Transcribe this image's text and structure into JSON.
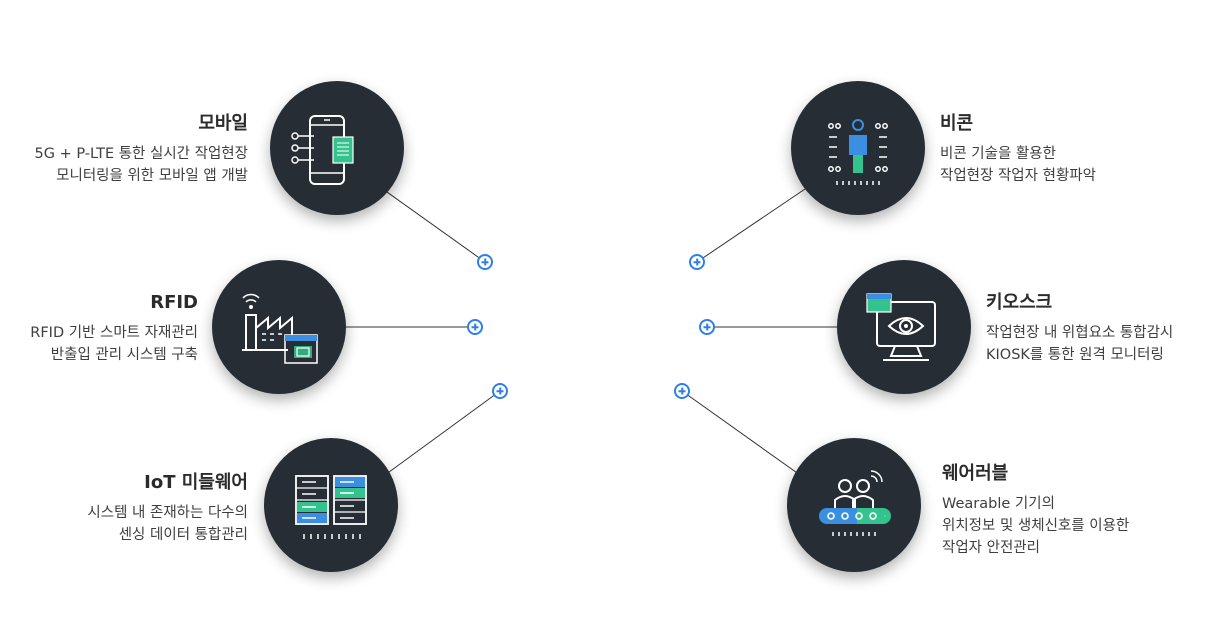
{
  "items": [
    {
      "id": "mobile",
      "title": "모바일",
      "desc": [
        "5G + P-LTE 통한 실시간 작업현장",
        "모니터링을 위한 모바일 앱 개발"
      ],
      "icon": "mobile-app-icon"
    },
    {
      "id": "rfid",
      "title": "RFID",
      "desc": [
        "RFID 기반 스마트 자재관리",
        "반출입 관리 시스템 구축"
      ],
      "icon": "factory-rfid-icon"
    },
    {
      "id": "iot",
      "title": "IoT 미들웨어",
      "desc": [
        "시스템 내 존재하는 다수의",
        "센싱 데이터 통합관리"
      ],
      "icon": "server-rack-icon"
    },
    {
      "id": "beacon",
      "title": "비콘",
      "desc": [
        "비콘 기술을 활용한",
        "작업현장 작업자 현황파악"
      ],
      "icon": "beacon-person-icon"
    },
    {
      "id": "kiosk",
      "title": "키오스크",
      "desc": [
        "작업현장 내 위협요소 통합감시",
        "KIOSK를 통한 원격 모니터링"
      ],
      "icon": "kiosk-monitor-eye-icon"
    },
    {
      "id": "wearable",
      "title": "웨어러블",
      "desc": [
        "Wearable 기기의",
        "위치정보 및 생체신호를 이용한",
        "작업자 안전관리"
      ],
      "icon": "wearable-workers-icon"
    }
  ],
  "colors": {
    "circle": "#262d34",
    "accent_blue": "#2f7fe8",
    "icon_green": "#34c38f",
    "icon_blue": "#3a8fe0",
    "line": "#333333"
  }
}
